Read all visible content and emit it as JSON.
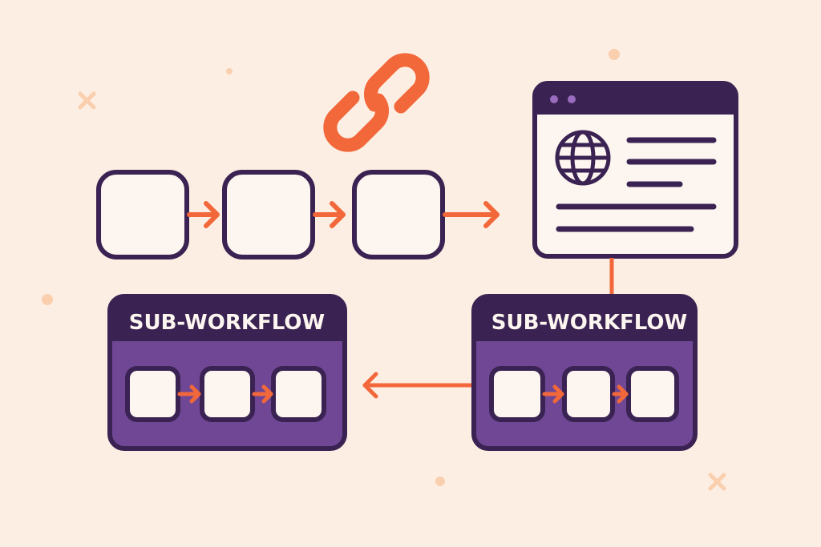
{
  "colors": {
    "background": "#fdeee3",
    "dark_purple": "#3a2352",
    "mid_purple": "#6f4795",
    "accent_orange": "#f2683a",
    "node_fill": "#fdf5ef",
    "dot_purple": "#9a6cc0",
    "deco_peach": "#f9cfae"
  },
  "diagram": {
    "link_icon": "link-chain-icon",
    "main_chain": {
      "node_count": 3,
      "target": "web-page-window"
    },
    "web_window": {
      "icon": "globe-icon",
      "titlebar_dots": 2,
      "text_lines": 5
    },
    "sub_workflows": [
      {
        "title": "SUB-WORKFLOW",
        "node_count": 3
      },
      {
        "title": "SUB-WORKFLOW",
        "node_count": 3
      }
    ],
    "connections": [
      "node-1 → node-2",
      "node-2 → node-3",
      "node-3 → web-window",
      "web-window — sub-workflow-right",
      "sub-workflow-right → sub-workflow-left"
    ]
  }
}
